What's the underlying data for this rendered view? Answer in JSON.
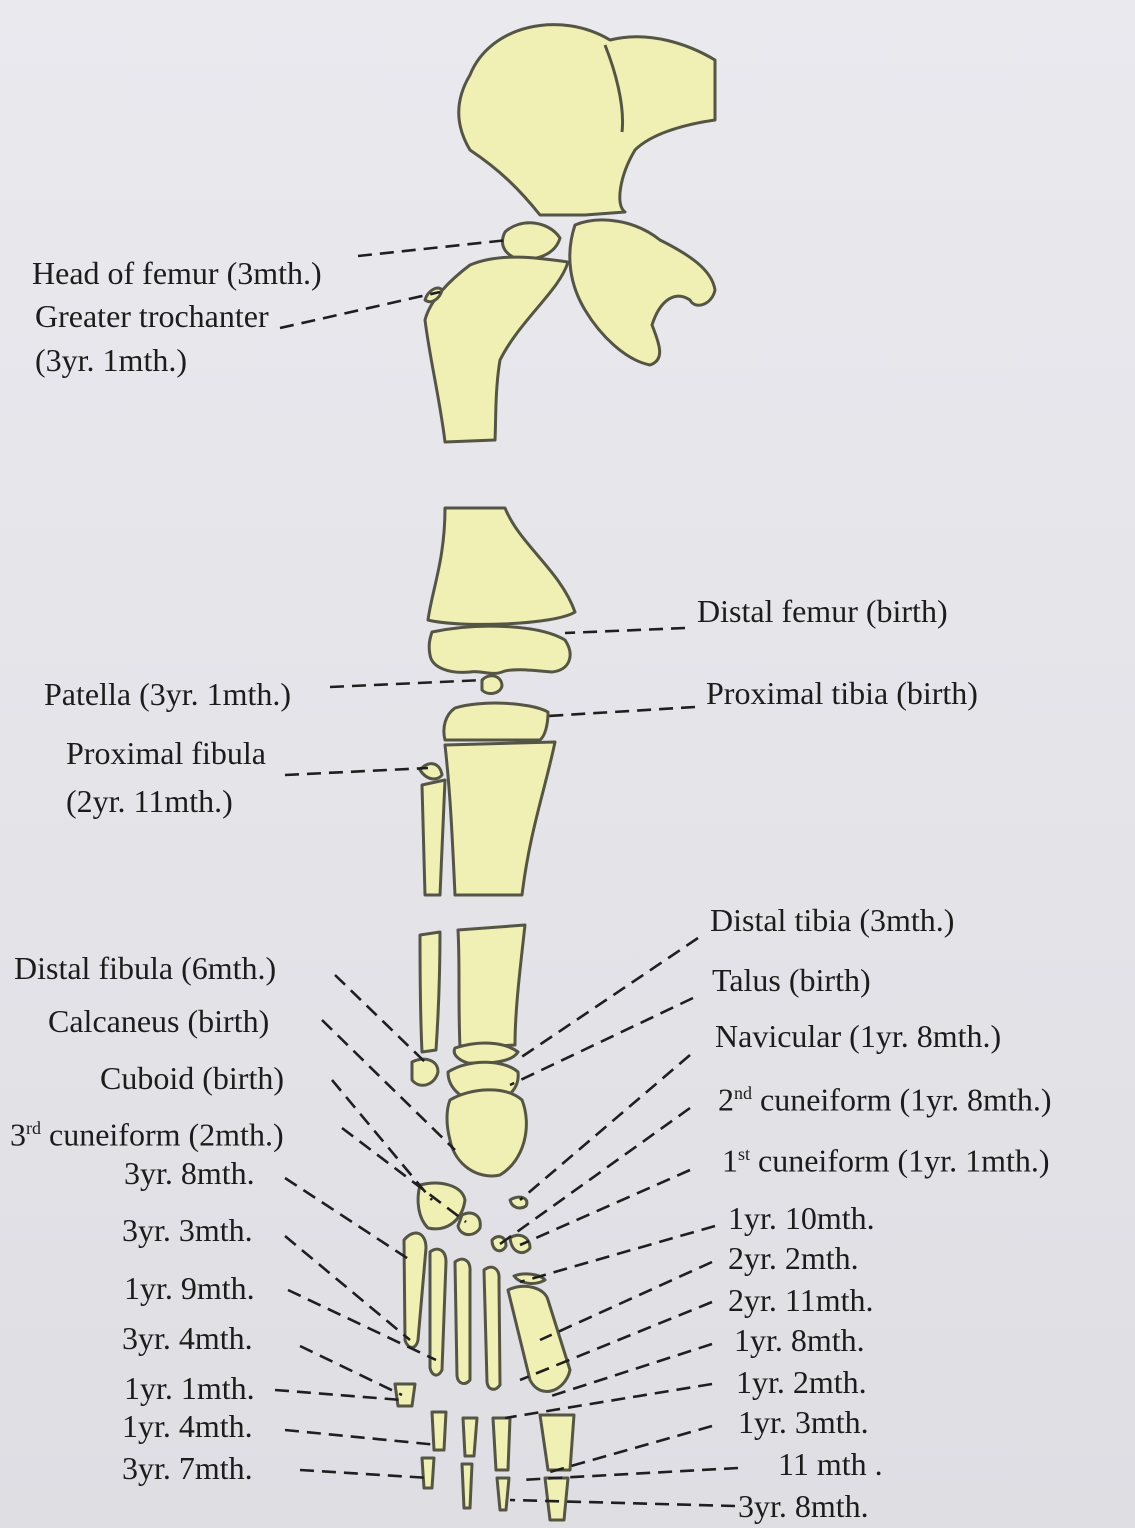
{
  "colors": {
    "bone": "#f0efb4",
    "outline": "#555546",
    "ink": "#1c1c1c",
    "pen": "#2b3a8a"
  },
  "labels": {
    "head_femur": "Head  of femur (3mth.)",
    "greater_trochanter": "Greater trochanter",
    "greater_trochanter_age": "(3yr. 1mth.)",
    "distal_femur": "Distal femur (birth)",
    "patella": "Patella (3yr. 1mth.)",
    "proximal_tibia": "Proximal tibia (birth)",
    "proximal_fibula": "Proximal fibula",
    "proximal_fibula_age": "(2yr. 11mth.)",
    "distal_tibia": "Distal tibia (3mth.)",
    "distal_fibula": "Distal fibula  (6mth.)",
    "talus": "Talus  (birth)",
    "calcaneus": "Calcaneus  (birth)",
    "navicular": "Navicular (1yr. 8mth.)",
    "cuboid": "Cuboid  (birth)",
    "cuneiform_2": "cuneiform (1yr. 8mth.)",
    "cuneiform_2_sup": "nd",
    "cuneiform_2_num": "2",
    "cuneiform_3": " cuneiform (2mth.)",
    "cuneiform_3_num": "3",
    "cuneiform_3_sup": "rd",
    "cuneiform_1": " cuneiform (1yr. 1mth.)",
    "cuneiform_1_num": "1",
    "cuneiform_1_sup": "st",
    "left_ages": [
      "3yr. 8mth.",
      "3yr. 3mth.",
      "1yr. 9mth.",
      "3yr. 4mth.",
      "1yr. 1mth.",
      "1yr. 4mth.",
      "3yr. 7mth."
    ],
    "right_ages": [
      "1yr. 10mth.",
      "2yr. 2mth.",
      "2yr. 11mth.",
      "1yr. 8mth.",
      "1yr. 2mth.",
      "1yr. 3mth.",
      "11 mth .",
      "3yr. 8mth."
    ]
  }
}
